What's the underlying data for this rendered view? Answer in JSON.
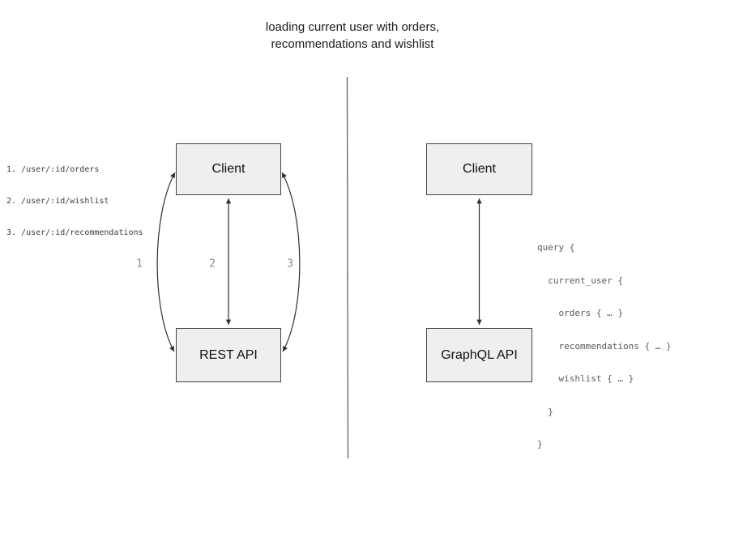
{
  "title": "loading current user with orders,\nrecommendations and wishlist",
  "left_panel": {
    "endpoints": [
      "1. /user/:id/orders",
      "2. /user/:id/wishlist",
      "3. /user/:id/recommendations"
    ],
    "client_label": "Client",
    "api_label": "REST API",
    "arrow_labels": [
      "1",
      "2",
      "3"
    ]
  },
  "right_panel": {
    "client_label": "Client",
    "api_label": "GraphQL API",
    "query_lines": [
      "query {",
      "  current_user {",
      "    orders { … }",
      "    recommendations { … }",
      "    wishlist { … }",
      "  }",
      "}"
    ]
  },
  "colors": {
    "box_fill": "#efefef",
    "box_border": "#434343",
    "arrow": "#2f2f2f",
    "divider": "#6e6e6e",
    "arrow_label_text": "#8c8c8c",
    "code_text": "#5a5a5a",
    "endpoint_text": "#3c3c3c",
    "title_text": "#1c1c1c"
  }
}
